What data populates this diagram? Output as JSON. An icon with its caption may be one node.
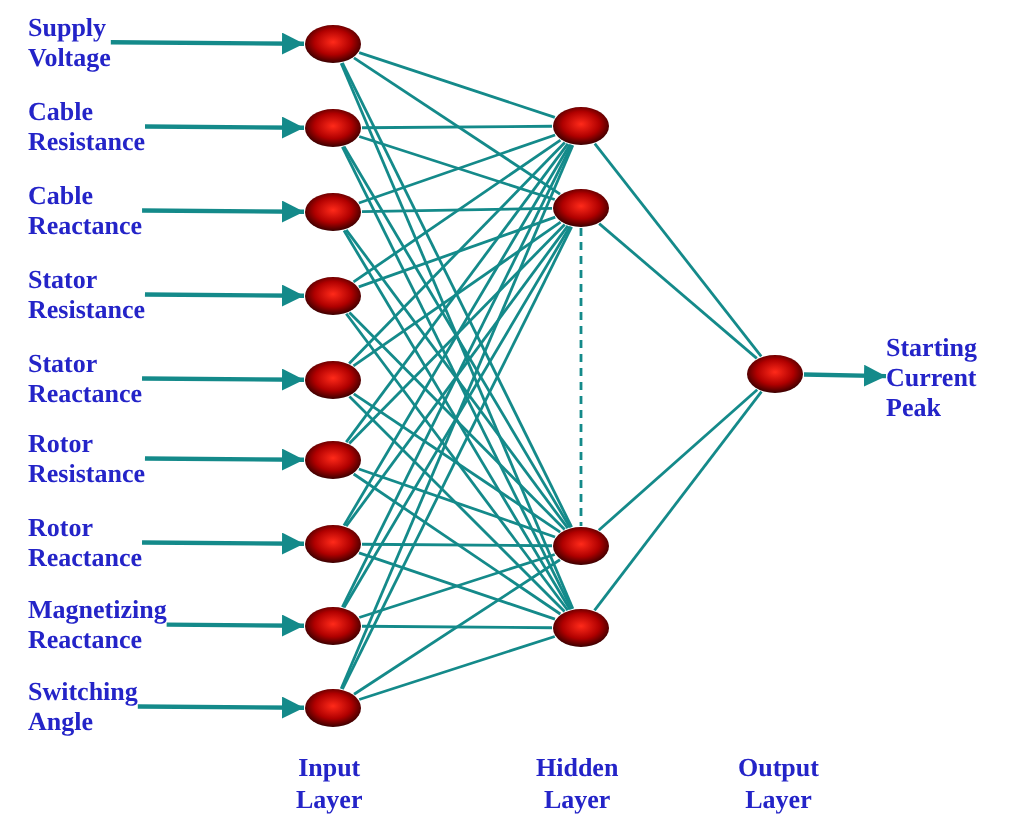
{
  "diagram": {
    "nodes": [
      {
        "text": [
          "Supply Voltage"
        ]
      },
      {
        "text": [
          "Cable Resistance"
        ]
      },
      {
        "text": [
          "Cable Reactance"
        ]
      },
      {
        "text": [
          "Stator Resistance"
        ]
      },
      {
        "text": [
          "Stator Reactance"
        ]
      },
      {
        "text": [
          "Rotor Resistance"
        ]
      },
      {
        "text": [
          "Rotor Reactance"
        ]
      },
      {
        "text": [
          "Magnetizing Reactance"
        ]
      },
      {
        "text": [
          "Switching Angle"
        ]
      },
      {
        "text": [],
        "shape": "circle"
      },
      {
        "text": [],
        "shape": "circle"
      },
      {
        "text": [],
        "shape": "circle"
      },
      {
        "text": [],
        "shape": "circle"
      },
      {
        "text": [],
        "shape": "circle"
      },
      {
        "text": [],
        "shape": "circle"
      },
      {
        "text": [],
        "shape": "circle"
      },
      {
        "text": [],
        "shape": "circle"
      },
      {
        "text": [],
        "shape": "circle"
      },
      {
        "text": [],
        "shape": "circle"
      },
      {
        "text": [],
        "shape": "circle"
      },
      {
        "text": [],
        "shape": "circle"
      },
      {
        "text": [],
        "shape": "circle"
      },
      {
        "text": [],
        "shape": "circle"
      },
      {
        "text": [
          "Starting Current Peak"
        ]
      }
    ],
    "edges": [
      {
        "from": 0,
        "to": 9,
        "arrow": "to"
      },
      {
        "from": 1,
        "to": 10,
        "arrow": "to"
      },
      {
        "from": 2,
        "to": 11,
        "arrow": "to"
      },
      {
        "from": 3,
        "to": 12,
        "arrow": "to"
      },
      {
        "from": 4,
        "to": 13,
        "arrow": "to"
      },
      {
        "from": 5,
        "to": 14,
        "arrow": "to"
      },
      {
        "from": 6,
        "to": 15,
        "arrow": "to"
      },
      {
        "from": 7,
        "to": 16,
        "arrow": "to"
      },
      {
        "from": 8,
        "to": 17,
        "arrow": "to"
      },
      {
        "from": 9,
        "to": 18,
        "arrow": "none"
      },
      {
        "from": 9,
        "to": 19,
        "arrow": "none"
      },
      {
        "from": 9,
        "to": 20,
        "arrow": "none"
      },
      {
        "from": 9,
        "to": 21,
        "arrow": "none"
      },
      {
        "from": 10,
        "to": 18,
        "arrow": "none"
      },
      {
        "from": 10,
        "to": 19,
        "arrow": "none"
      },
      {
        "from": 10,
        "to": 20,
        "arrow": "none"
      },
      {
        "from": 10,
        "to": 21,
        "arrow": "none"
      },
      {
        "from": 11,
        "to": 18,
        "arrow": "none"
      },
      {
        "from": 11,
        "to": 19,
        "arrow": "none"
      },
      {
        "from": 11,
        "to": 20,
        "arrow": "none"
      },
      {
        "from": 11,
        "to": 21,
        "arrow": "none"
      },
      {
        "from": 12,
        "to": 18,
        "arrow": "none"
      },
      {
        "from": 12,
        "to": 19,
        "arrow": "none"
      },
      {
        "from": 12,
        "to": 20,
        "arrow": "none"
      },
      {
        "from": 12,
        "to": 21,
        "arrow": "none"
      },
      {
        "from": 13,
        "to": 18,
        "arrow": "none"
      },
      {
        "from": 13,
        "to": 19,
        "arrow": "none"
      },
      {
        "from": 13,
        "to": 20,
        "arrow": "none"
      },
      {
        "from": 13,
        "to": 21,
        "arrow": "none"
      },
      {
        "from": 14,
        "to": 18,
        "arrow": "none"
      },
      {
        "from": 14,
        "to": 19,
        "arrow": "none"
      },
      {
        "from": 14,
        "to": 20,
        "arrow": "none"
      },
      {
        "from": 14,
        "to": 21,
        "arrow": "none"
      },
      {
        "from": 15,
        "to": 18,
        "arrow": "none"
      },
      {
        "from": 15,
        "to": 19,
        "arrow": "none"
      },
      {
        "from": 15,
        "to": 20,
        "arrow": "none"
      },
      {
        "from": 15,
        "to": 21,
        "arrow": "none"
      },
      {
        "from": 16,
        "to": 18,
        "arrow": "none"
      },
      {
        "from": 16,
        "to": 19,
        "arrow": "none"
      },
      {
        "from": 16,
        "to": 20,
        "arrow": "none"
      },
      {
        "from": 16,
        "to": 21,
        "arrow": "none"
      },
      {
        "from": 17,
        "to": 18,
        "arrow": "none"
      },
      {
        "from": 17,
        "to": 19,
        "arrow": "none"
      },
      {
        "from": 17,
        "to": 20,
        "arrow": "none"
      },
      {
        "from": 17,
        "to": 21,
        "arrow": "none"
      },
      {
        "from": 19,
        "to": 20,
        "arrow": "none",
        "style": "dashed"
      },
      {
        "from": 18,
        "to": 22,
        "arrow": "none"
      },
      {
        "from": 19,
        "to": 22,
        "arrow": "none"
      },
      {
        "from": 20,
        "to": 22,
        "arrow": "none"
      },
      {
        "from": 21,
        "to": 22,
        "arrow": "none"
      },
      {
        "from": 22,
        "to": 23,
        "arrow": "to"
      }
    ],
    "labels": [
      "Input Layer",
      "Hidden Layer",
      "Output Layer"
    ]
  }
}
